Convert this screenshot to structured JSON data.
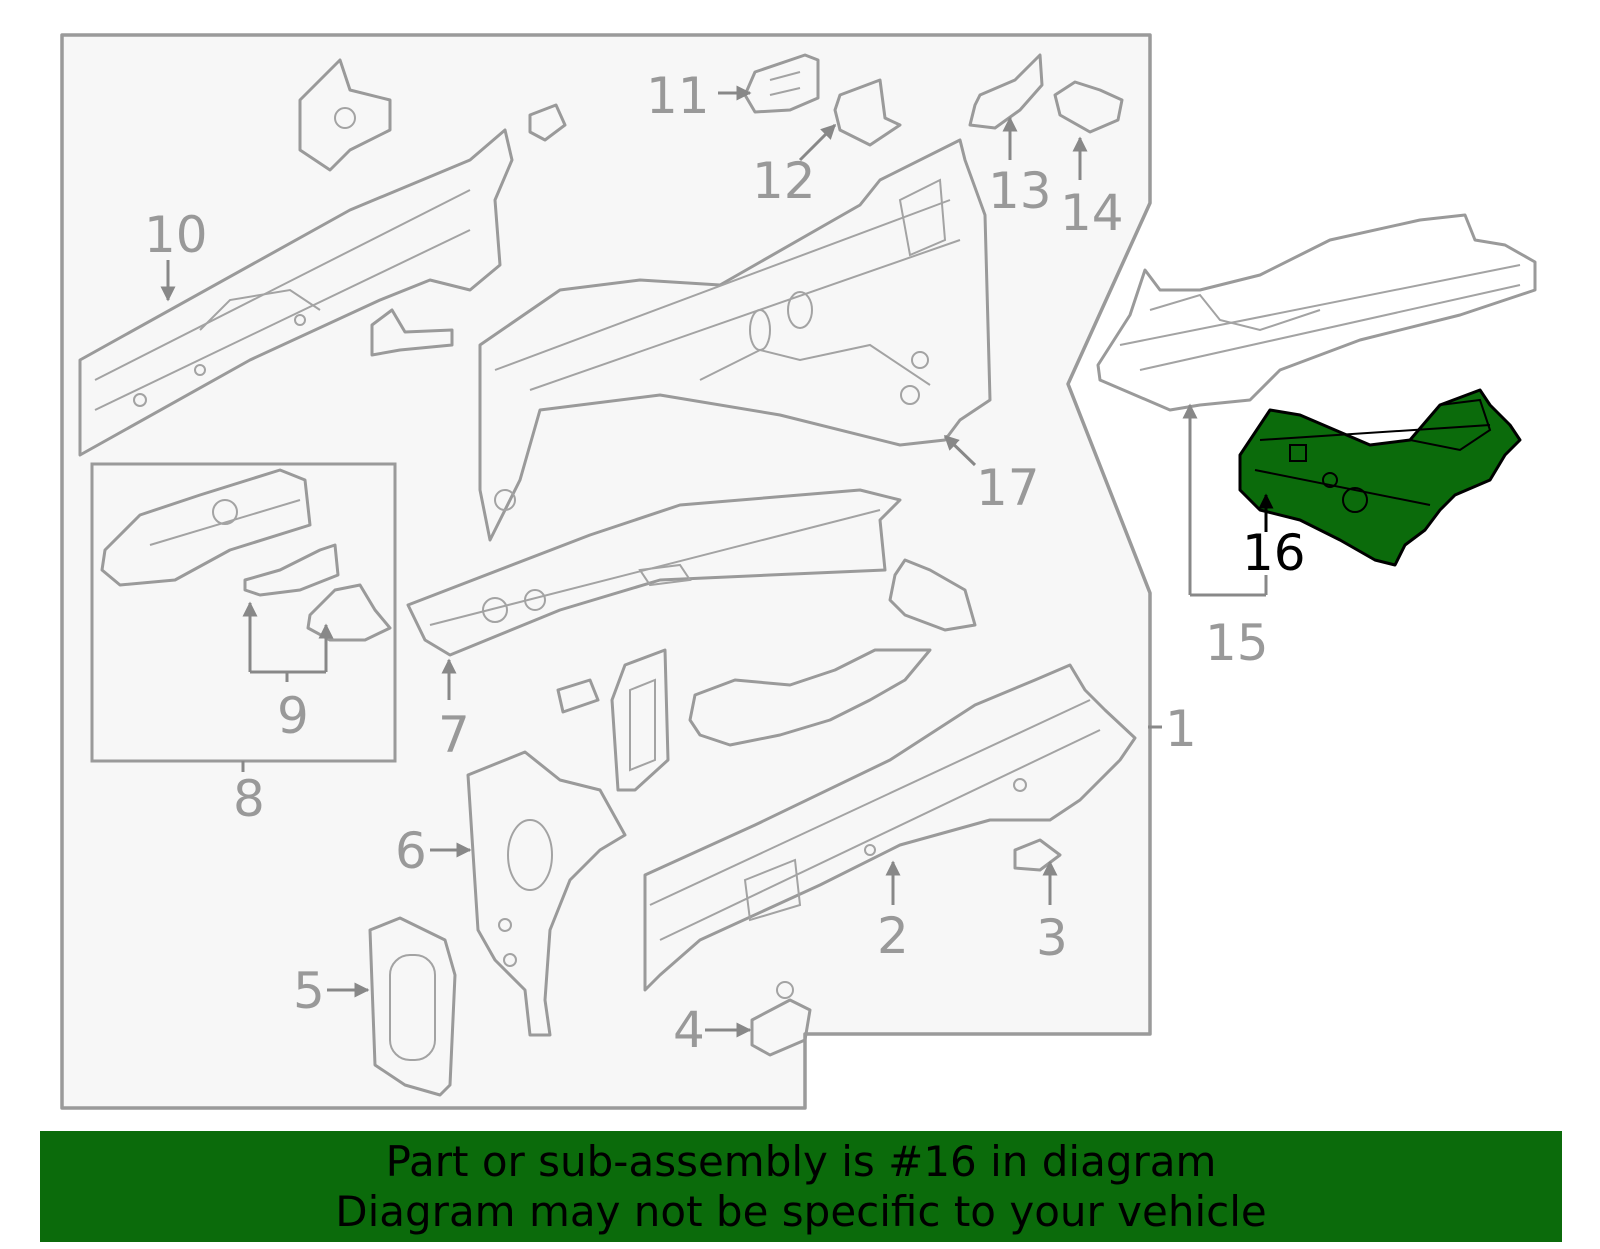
{
  "diagram": {
    "callouts": [
      "1",
      "2",
      "3",
      "4",
      "5",
      "6",
      "7",
      "8",
      "9",
      "10",
      "11",
      "12",
      "13",
      "14",
      "15",
      "16",
      "17"
    ],
    "highlighted_part": "16",
    "highlight_color": "#0b6b0b",
    "line_color": "#9a9a9a",
    "background_panel_color": "#f7f7f7"
  },
  "banner": {
    "line1": "Part or sub-assembly is #16 in diagram",
    "line2": "Diagram may not be specific to your vehicle",
    "color": "#0b6b0b"
  }
}
